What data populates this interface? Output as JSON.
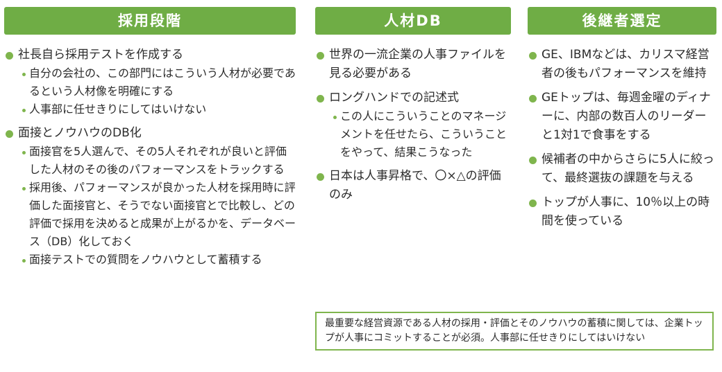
{
  "colors": {
    "header_bg": "#6fad45",
    "bullet": "#7fb54d",
    "sub_bullet": "#7fb54d",
    "note_border": "#7fb54d"
  },
  "col1": {
    "header": "採用段階",
    "b1": {
      "text": "社長自ら採用テストを作成する",
      "subs": [
        "自分の会社の、この部門にはこういう人材が必要であるという人材像を明確にする",
        "人事部に任せきりにしてはいけない"
      ]
    },
    "b2": {
      "text": "面接とノウハウのDB化",
      "subs": [
        "面接官を5人選んで、その5人それぞれが良いと評価した人材のその後のパフォーマンスをトラックする",
        "採用後、パフォーマンスが良かった人材を採用時に評価した面接官と、そうでない面接官とで比較し、どの評価で採用を決めると成果が上がるかを、データベース（DB）化しておく",
        "面接テストでの質問をノウハウとして蓄積する"
      ]
    }
  },
  "col2": {
    "header": "人材DB",
    "b1": {
      "text": "世界の一流企業の人事ファイルを見る必要がある"
    },
    "b2": {
      "text": "ロングハンドでの記述式",
      "subs": [
        "この人にこういうことのマネージメントを任せたら、こういうことをやって、結果こうなった"
      ]
    },
    "b3": {
      "text": "日本は人事昇格で、〇×△の評価のみ"
    }
  },
  "col3": {
    "header": "後継者選定",
    "b1": {
      "text": "GE、IBMなどは、カリスマ経営者の後もパフォーマンスを維持"
    },
    "b2": {
      "text": "GEトップは、毎週金曜のディナーに、内部の数百人のリーダーと1対1で食事をする"
    },
    "b3": {
      "text": "候補者の中からさらに5人に絞って、最終選抜の課題を与える"
    },
    "b4": {
      "text": "トップが人事に、10％以上の時間を使っている"
    }
  },
  "note": "最重要な経営資源である人材の採用・評価とそのノウハウの蓄積に関しては、企業トップが人事にコミットすることが必須。人事部に任せきりにしてはいけない"
}
